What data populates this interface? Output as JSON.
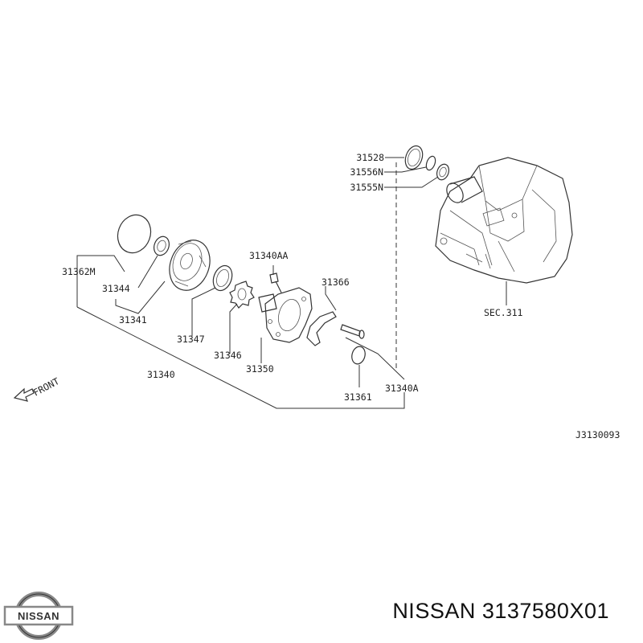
{
  "brand": "NISSAN",
  "caption": "NISSAN 3137580X01",
  "diagram_code": "J3130093",
  "direction_label": "FRONT",
  "section_ref": "SEC.311",
  "part_numbers": {
    "p31528": "31528",
    "p31556N": "31556N",
    "p31555N": "31555N",
    "p31362M": "31362M",
    "p31344": "31344",
    "p31341": "31341",
    "p31340AA": "31340AA",
    "p31366": "31366",
    "p31347": "31347",
    "p31346": "31346",
    "p31340": "31340",
    "p31350": "31350",
    "p31361": "31361",
    "p31340A": "31340A"
  }
}
